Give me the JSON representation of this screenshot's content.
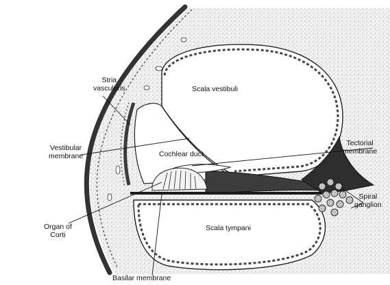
{
  "labels": {
    "stria_vascularis": [
      "Stria",
      "vascularis"
    ],
    "scala_vestibuli": "Scala vestibuli",
    "vestibular_membrane": [
      "Vestibular",
      "membrane"
    ],
    "cochlear_duct": "Cochlear duct",
    "tectorial_membrane": [
      "Tectorial",
      "membrane"
    ],
    "spiral_ganglion": [
      "Spiral",
      "ganglion"
    ],
    "organ_of_corti": [
      "Organ of",
      "Corti"
    ],
    "scala_tympani": "Scala tympani",
    "basilar_membrane": "Basilar membrane"
  }
}
